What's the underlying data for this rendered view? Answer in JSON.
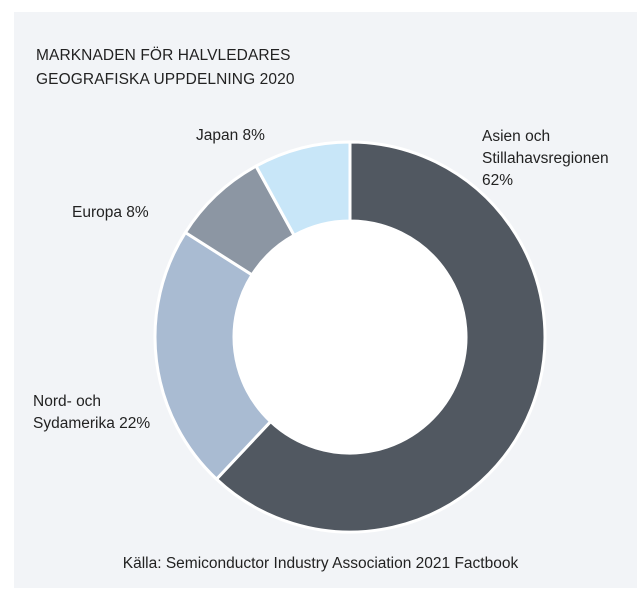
{
  "title_lines": [
    "MARKNADEN FÖR HALVLEDARES",
    "GEOGRAFISKA UPPDELNING 2020"
  ],
  "source": "Källa: Semiconductor Industry Association 2021 Factbook",
  "chart_data": {
    "type": "pie",
    "donut": true,
    "title": "MARKNADEN FÖR HALVLEDARES GEOGRAFISKA UPPDELNING 2020",
    "slices": [
      {
        "label_lines": [
          "Asien och",
          "Stillahavsregionen",
          "62%"
        ],
        "value": 62,
        "color": "#515861"
      },
      {
        "label_lines": [
          "Nord- och",
          "Sydamerika 22%"
        ],
        "value": 22,
        "color": "#a9bbd2"
      },
      {
        "label_lines": [
          "Europa 8%"
        ],
        "value": 8,
        "color": "#8c96a3"
      },
      {
        "label_lines": [
          "Japan 8%"
        ],
        "value": 8,
        "color": "#c8e6f8"
      }
    ],
    "legend": "none"
  }
}
